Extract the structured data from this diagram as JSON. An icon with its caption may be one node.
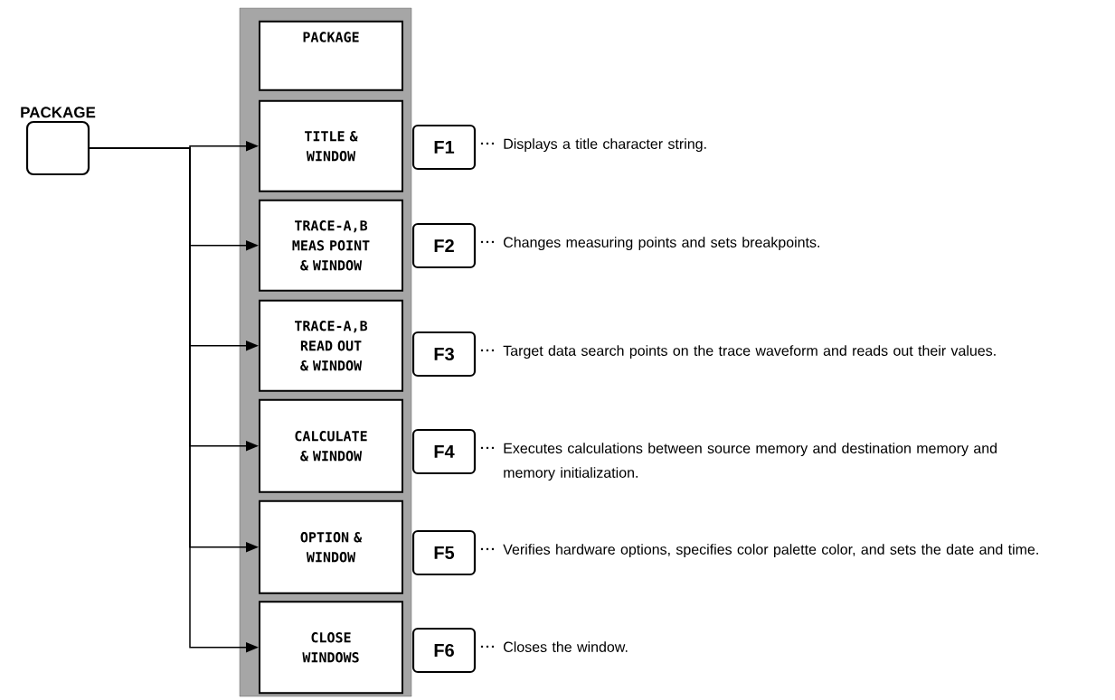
{
  "diagram": {
    "nodes": [
      {
        "text": [
          "PACKAGE"
        ]
      },
      {
        "text": [],
        "shape": "box"
      },
      {
        "text": [
          "PACKAGE"
        ],
        "in": 1
      },
      {
        "text": [
          "TITLE & WINDOW"
        ],
        "in": 1
      },
      {
        "text": [
          "TRACE-A,B MEAS POINT & WINDOW"
        ],
        "in": 1
      },
      {
        "text": [
          "TRACE-A,B READ OUT & WINDOW"
        ],
        "in": 1
      },
      {
        "text": [
          "CALCULATE & WINDOW"
        ],
        "in": 1
      },
      {
        "text": [
          "OPTION & WINDOW"
        ],
        "in": 1
      },
      {
        "text": [
          "CLOSE WINDOWS"
        ],
        "in": 1
      },
      {
        "text": [
          "F1"
        ],
        "beside": [
          "Displays a title character string."
        ]
      },
      {
        "text": [
          "F2"
        ],
        "beside": [
          "Changes measuring points and sets breakpoints."
        ]
      },
      {
        "text": [
          "F3"
        ],
        "beside": [
          "Target data search points on the trace waveform and reads out their values."
        ]
      },
      {
        "text": [
          "F4"
        ],
        "beside": [
          "Executes calculations between source memory and destination memory and memory initialization."
        ]
      },
      {
        "text": [
          "F5"
        ],
        "beside": [
          "Verifies hardware options, specifies color palette color, and sets the date and time."
        ]
      },
      {
        "text": [
          "F6"
        ],
        "beside": [
          "Closes the window."
        ]
      }
    ],
    "edges": [
      {
        "from": 0,
        "to": 3,
        "arrow": "to"
      },
      {
        "from": 0,
        "to": 4,
        "arrow": "to"
      },
      {
        "from": 0,
        "to": 5,
        "arrow": "to"
      },
      {
        "from": 0,
        "to": 6,
        "arrow": "to"
      },
      {
        "from": 0,
        "to": 7,
        "arrow": "to"
      },
      {
        "from": 0,
        "to": 8,
        "arrow": "to"
      }
    ]
  }
}
